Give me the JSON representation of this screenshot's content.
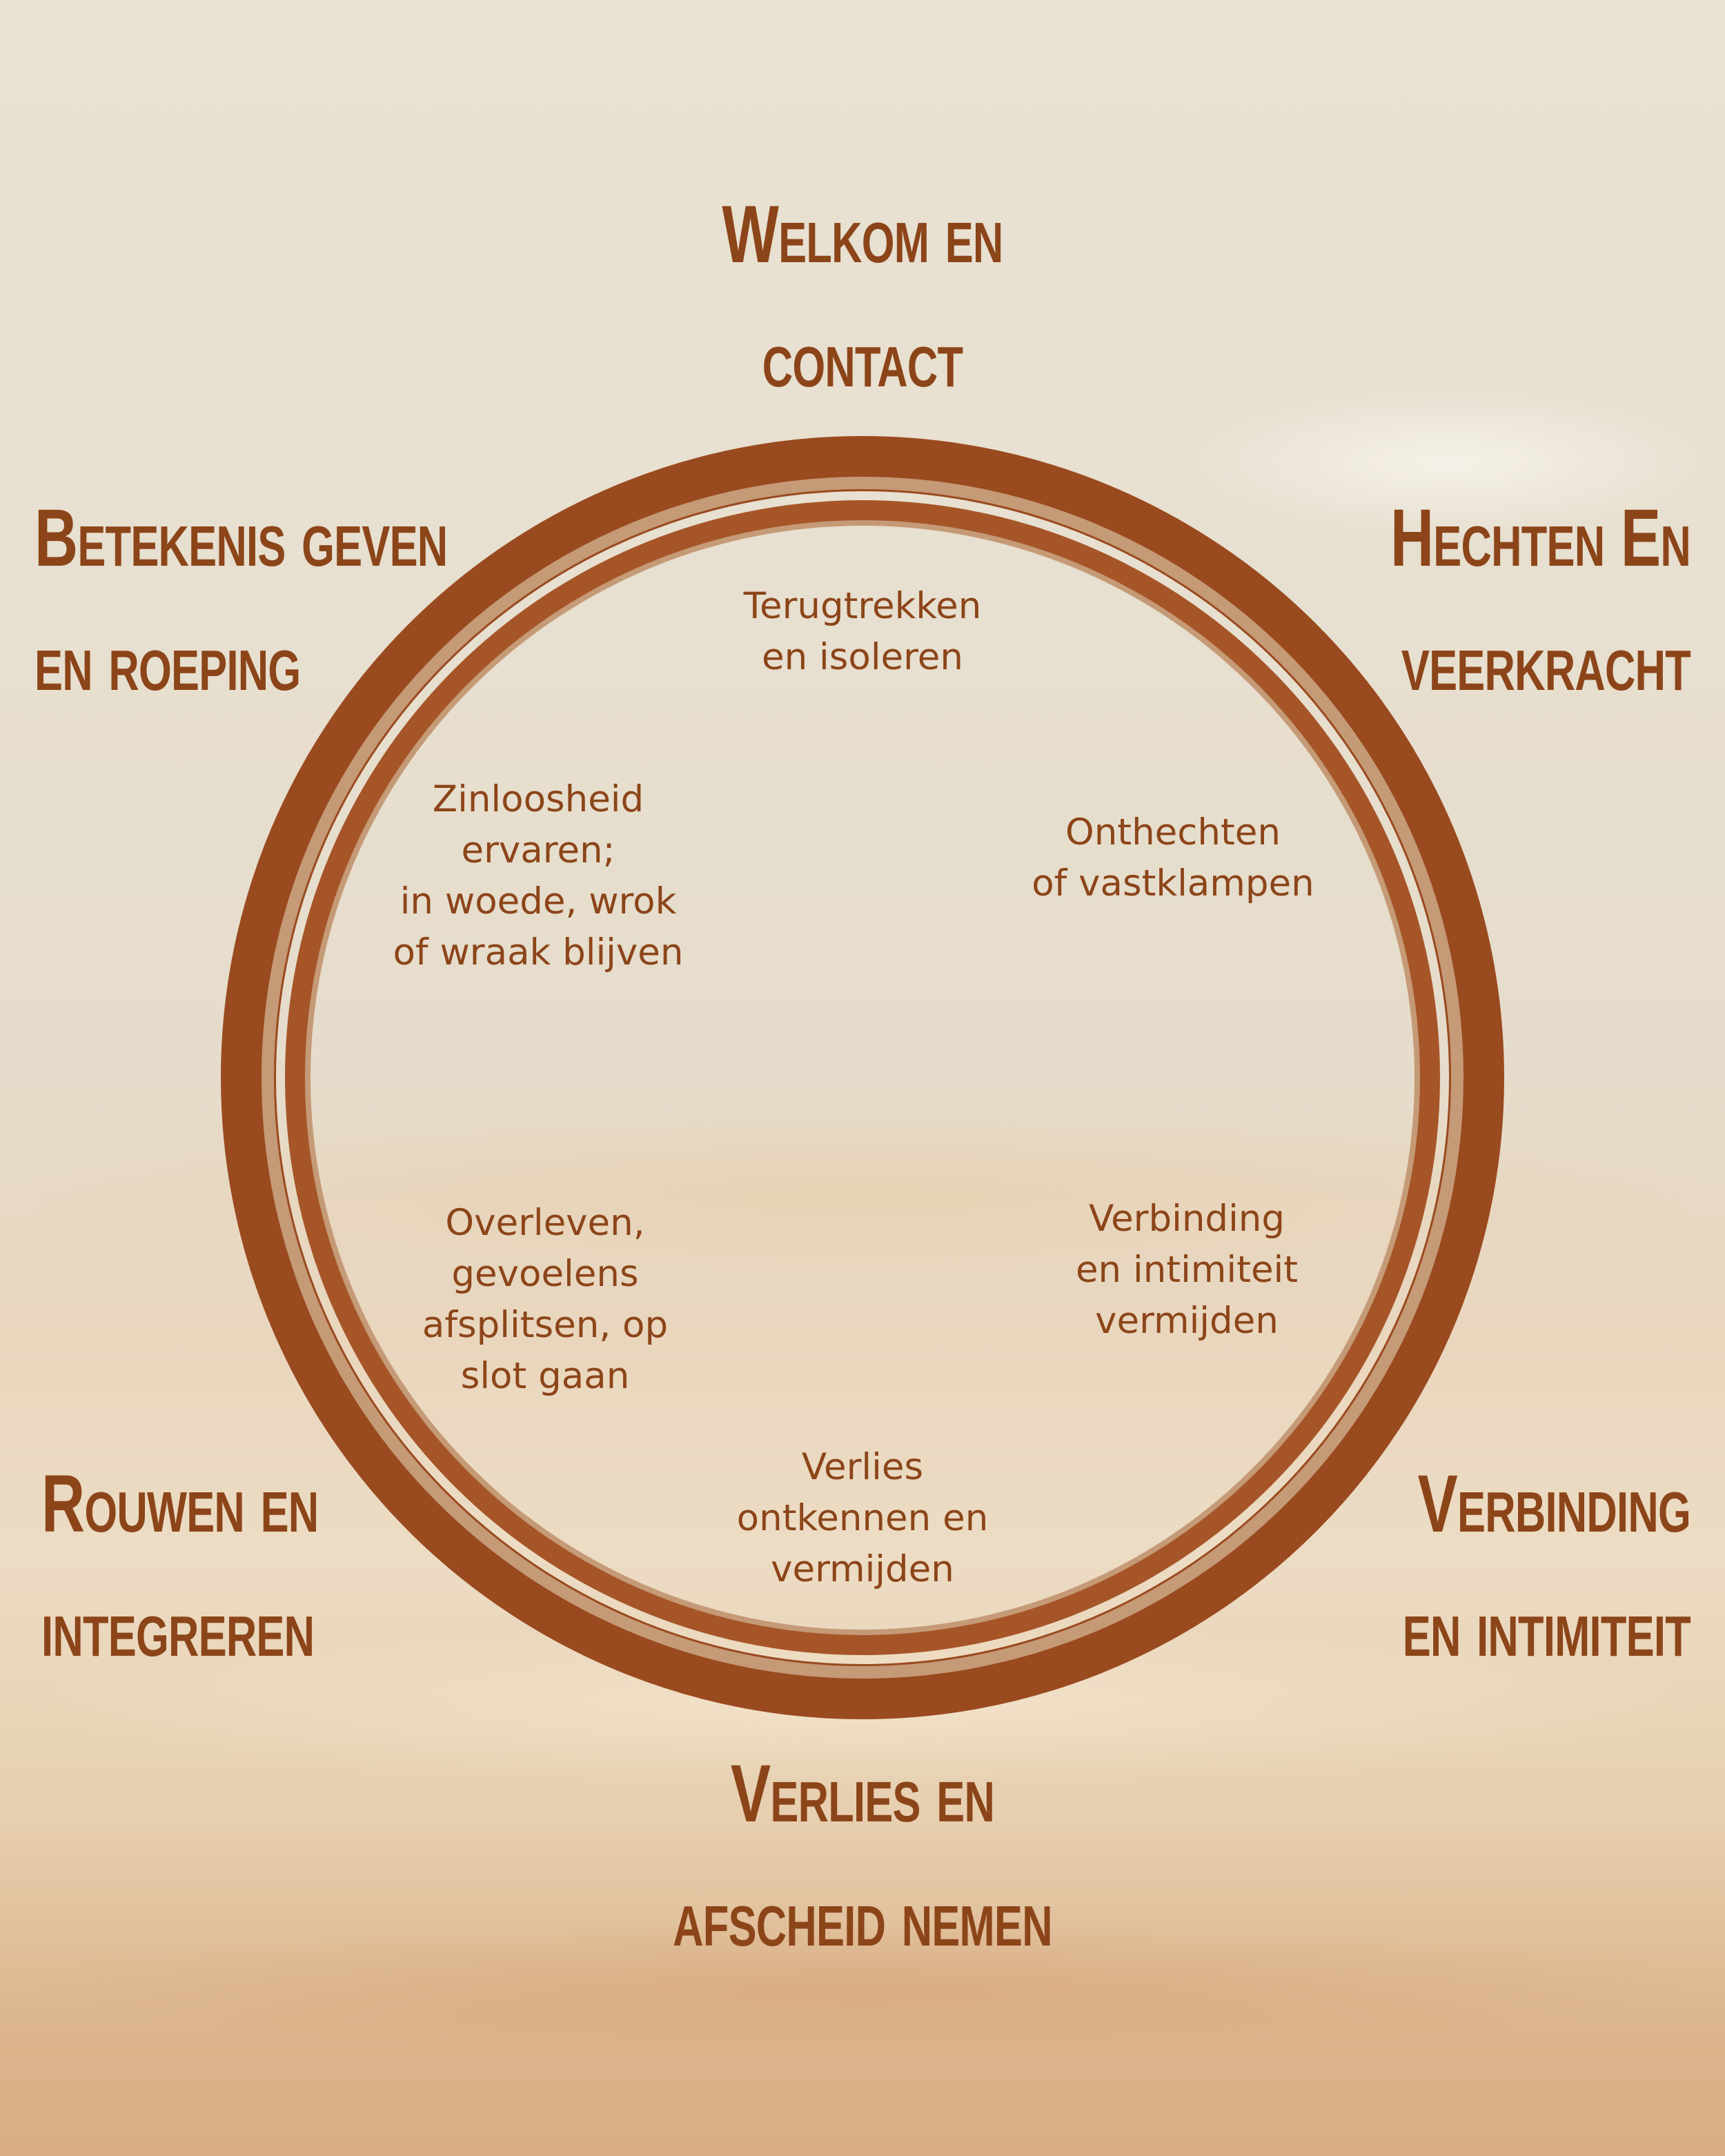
{
  "colors": {
    "ring_dark": "#9a4a1f",
    "ring_light": "#c59a76",
    "text": "#8c4519"
  },
  "outer_stages": {
    "top": {
      "line1": "Welkom en",
      "line2": "contact"
    },
    "top_right": {
      "line1": "Hechten En",
      "line2": "veerkracht"
    },
    "bottom_right": {
      "line1": "Verbinding",
      "line2": "en intimiteit"
    },
    "bottom": {
      "line1": "Verlies en",
      "line2": "afscheid nemen"
    },
    "bottom_left": {
      "line1": "Rouwen en",
      "line2": "integreren"
    },
    "top_left": {
      "line1": "Betekenis geven",
      "line2": "en roeping"
    }
  },
  "inner_reactions": {
    "top": {
      "lines": [
        "Terugtrekken",
        "en isoleren"
      ]
    },
    "top_right": {
      "lines": [
        "Onthechten",
        "of vastklampen"
      ]
    },
    "bottom_right": {
      "lines": [
        "Verbinding",
        "en intimiteit",
        "vermijden"
      ]
    },
    "bottom": {
      "lines": [
        "Verlies",
        "ontkennen en",
        "vermijden"
      ]
    },
    "bottom_left": {
      "lines": [
        "Overleven,",
        "gevoelens",
        "afsplitsen, op",
        "slot gaan"
      ]
    },
    "top_left": {
      "lines": [
        "Zinloosheid",
        "ervaren;",
        "in woede, wrok",
        "of wraak blijven"
      ]
    }
  }
}
